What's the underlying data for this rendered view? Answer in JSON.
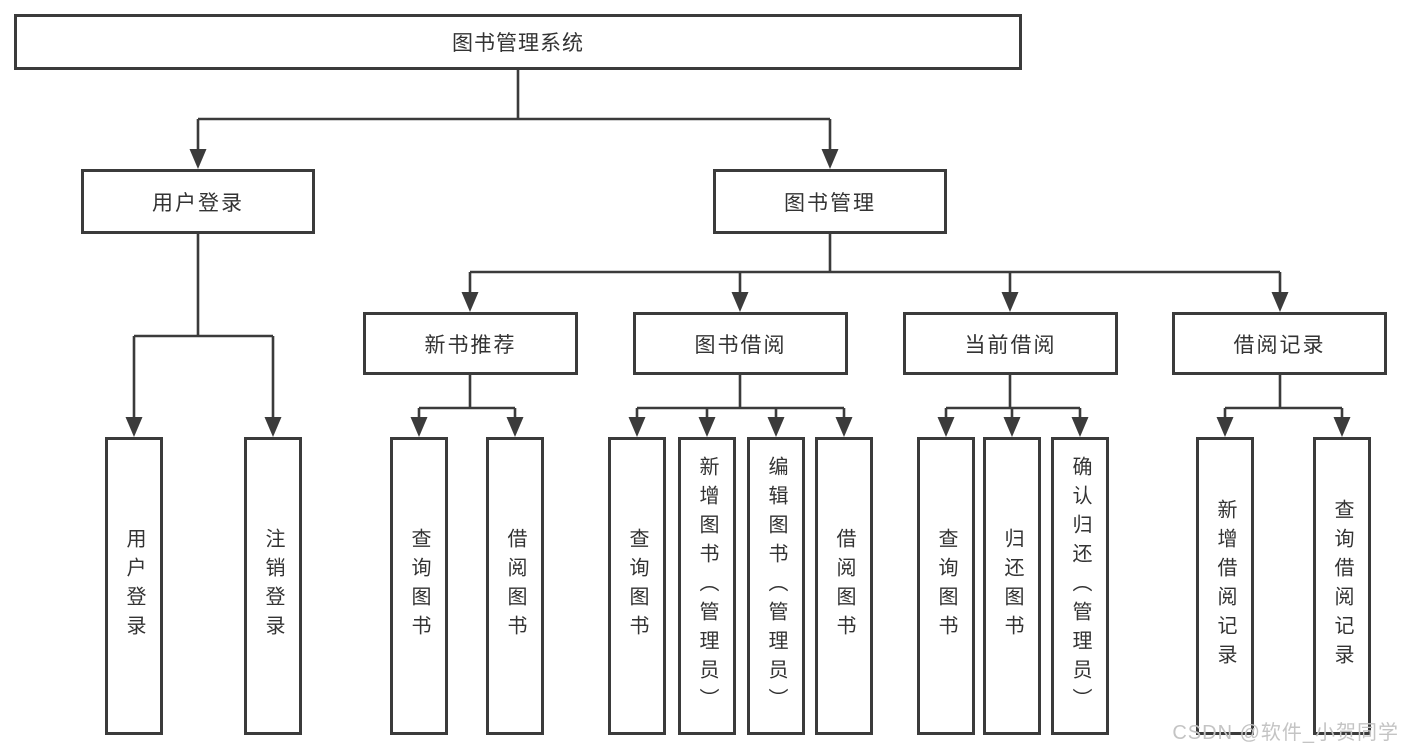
{
  "colors": {
    "line": "#3b3b3b",
    "text": "#333333",
    "watermark": "#c4c4c4",
    "background": "#ffffff"
  },
  "watermark": {
    "text": "CSDN @软件_小贺同学"
  },
  "tree": {
    "root": {
      "label": "图书管理系统"
    },
    "level2": [
      {
        "id": "user-login",
        "label": "用户登录",
        "leaves": [
          {
            "label": "用户登录"
          },
          {
            "label": "注销登录"
          }
        ]
      },
      {
        "id": "book-management",
        "label": "图书管理",
        "children": [
          {
            "id": "new-book-recommend",
            "label": "新书推荐",
            "leaves": [
              {
                "label": "查询图书"
              },
              {
                "label": "借阅图书"
              }
            ]
          },
          {
            "id": "book-borrow",
            "label": "图书借阅",
            "leaves": [
              {
                "label": "查询图书"
              },
              {
                "label": "新增图书（管理员）"
              },
              {
                "label": "编辑图书（管理员）"
              },
              {
                "label": "借阅图书"
              }
            ]
          },
          {
            "id": "current-borrow",
            "label": "当前借阅",
            "leaves": [
              {
                "label": "查询图书"
              },
              {
                "label": "归还图书"
              },
              {
                "label": "确认归还（管理员）"
              }
            ]
          },
          {
            "id": "borrow-records",
            "label": "借阅记录",
            "leaves": [
              {
                "label": "新增借阅记录"
              },
              {
                "label": "查询借阅记录"
              }
            ]
          }
        ]
      }
    ]
  }
}
